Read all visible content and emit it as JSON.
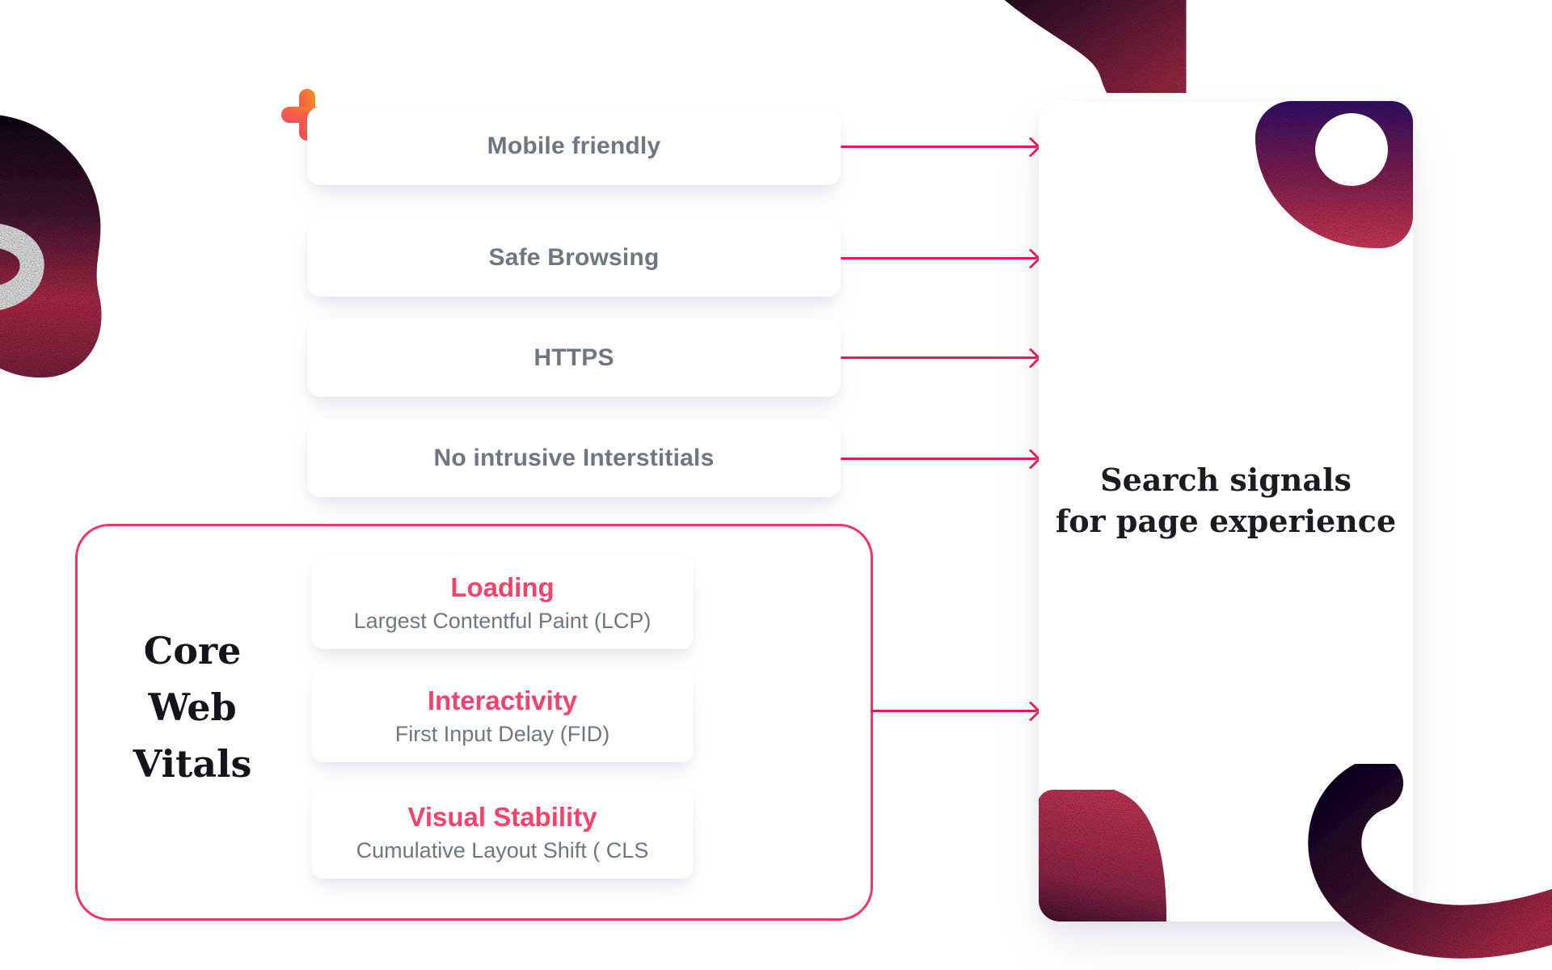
{
  "diagram": {
    "signal_cards": [
      {
        "label": "Mobile friendly"
      },
      {
        "label": "Safe Browsing"
      },
      {
        "label": "HTTPS"
      },
      {
        "label": "No intrusive Interstitials"
      }
    ],
    "core_web_vitals": {
      "label_lines": [
        "Core",
        "Web",
        "Vitals"
      ],
      "items": [
        {
          "title": "Loading",
          "subtitle": "Largest Contentful Paint (LCP)"
        },
        {
          "title": "Interactivity",
          "subtitle": "First Input Delay (FID)"
        },
        {
          "title": "Visual Stability",
          "subtitle": "Cumulative Layout Shift ( CLS"
        }
      ]
    },
    "result_card": {
      "title_line1": "Search signals",
      "title_line2": "for page experience"
    },
    "icons": {
      "plus": "plus-icon",
      "decorations": [
        "swirl-blob-icon",
        "banana-blob-icon",
        "ring-blob-icon",
        "quarter-blob-icon",
        "hook-blob-icon"
      ]
    },
    "colors": {
      "arrow_pink": "#F1164E",
      "box_border_pink": "#F23565",
      "heading_pink": "#F5426A",
      "text_gray": "#6F7680",
      "text_dark": "#1C1B22",
      "plus_orange": "#F7941E",
      "plus_pink": "#EF4866",
      "blob_dark": "#17101F",
      "blob_crimson": "#C23456",
      "ring_purple": "#3E1A7A"
    }
  }
}
